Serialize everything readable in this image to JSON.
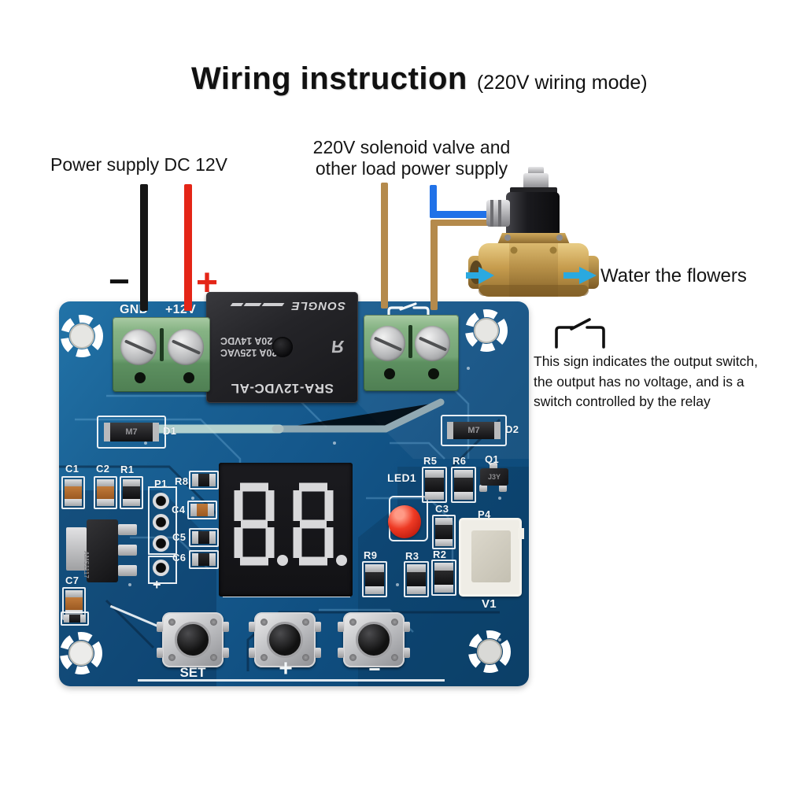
{
  "title": {
    "main": "Wiring instruction",
    "sub": "(220V wiring mode)"
  },
  "annotations": {
    "power_supply": "Power supply DC 12V",
    "load_supply_line1": "220V solenoid valve and",
    "load_supply_line2": "other load power supply",
    "water": "Water the flowers",
    "polarity_minus": "−",
    "polarity_plus": "+",
    "note_line1": "This sign indicates the output switch,",
    "note_line2": "the output has no voltage, and is a",
    "note_line3": "switch controlled by the relay"
  },
  "board": {
    "power_terminal": {
      "gnd": "GND",
      "plus12v": "+12V"
    },
    "relay": {
      "model": "SRA-12VDC-AL",
      "rating1": "20A 125VAC",
      "rating2": "20A 14VDC",
      "brand": "SONGLE",
      "logo_text": "Я"
    },
    "display": {
      "value": "8.8."
    },
    "buttons": {
      "set": "SET",
      "plus": "+",
      "minus": "−"
    },
    "refs": {
      "d1": "D1",
      "d2": "D2",
      "c1": "C1",
      "c2": "C2",
      "c3": "C3",
      "c4": "C4",
      "c5": "C5",
      "c6": "C6",
      "c7": "C7",
      "r1": "R1",
      "r2": "R2",
      "r3": "R3",
      "r5": "R5",
      "r6": "R6",
      "r8": "R8",
      "r9": "R9",
      "p1": "P1",
      "p4": "P4",
      "q1": "Q1",
      "led1": "LED1",
      "v1": "V1",
      "p1_plus": "+"
    },
    "markings": {
      "d1": "M7",
      "d2": "M7",
      "q1": "J3Y",
      "regulator": "AMS1117"
    }
  },
  "colors": {
    "pcb_blue": "#15588c",
    "terminal_green": "#74a476",
    "relay_black": "#232327",
    "wire_black": "#161616",
    "wire_red": "#e42517",
    "wire_brown": "#b48a4c",
    "wire_blue": "#2172e8",
    "arrow_blue": "#2aa9e0",
    "led_red": "#d81708",
    "silkscreen_white": "#f4f8fa",
    "display_segment": "#d8d8da"
  }
}
